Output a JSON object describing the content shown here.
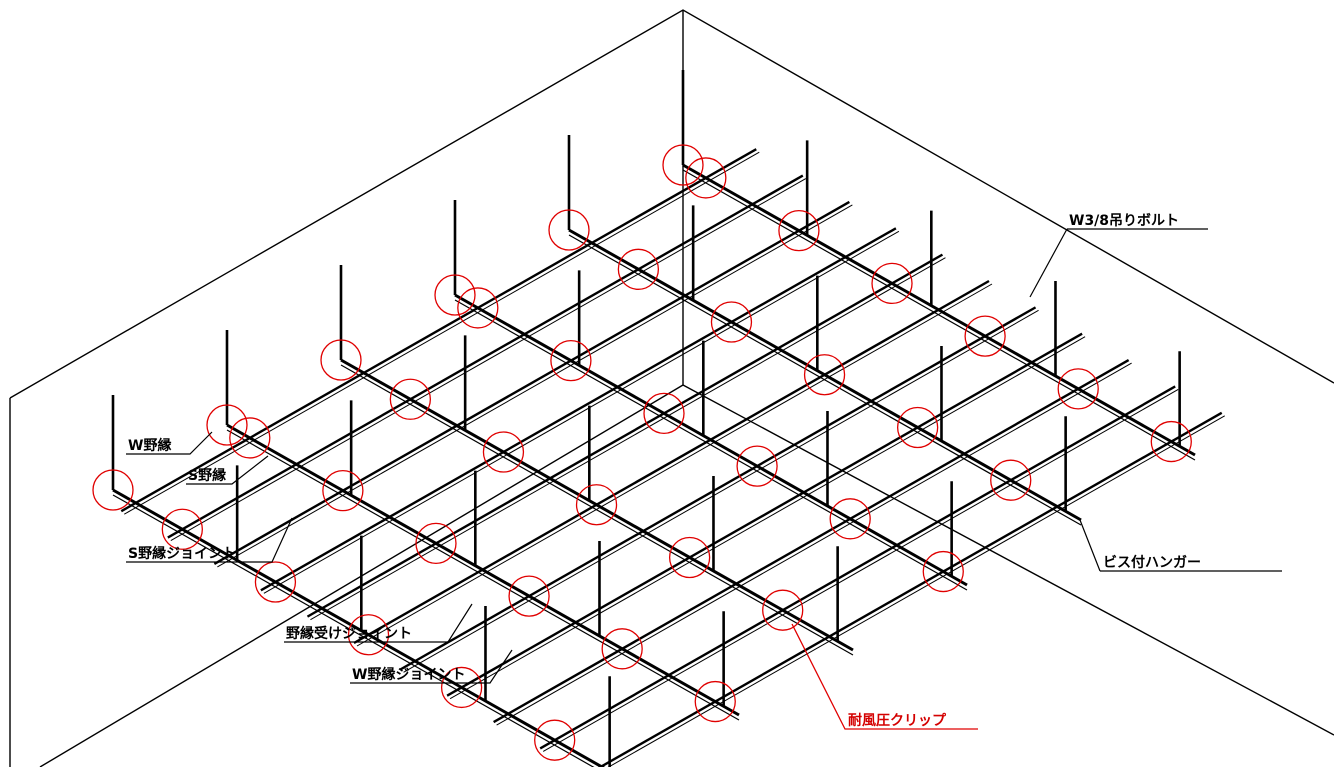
{
  "labels": {
    "bolt": "W3/8吊りボルト",
    "w_runner": "W野縁",
    "s_runner": "S野縁",
    "s_joint": "S野縁ジョイント",
    "carrier_joint": "野縁受けジョイント",
    "w_joint": "W野縁ジョイント",
    "hanger": "ビス付ハンガー",
    "clip": "耐風圧クリップ"
  },
  "colors": {
    "line": "#000000",
    "clip_circle": "#e00000",
    "clip_label": "#d40000"
  },
  "icons": {
    "clip_marker": "red-circle"
  },
  "diagram": {
    "carriers": 6,
    "runners": 11,
    "hanging_bolts": 30
  }
}
